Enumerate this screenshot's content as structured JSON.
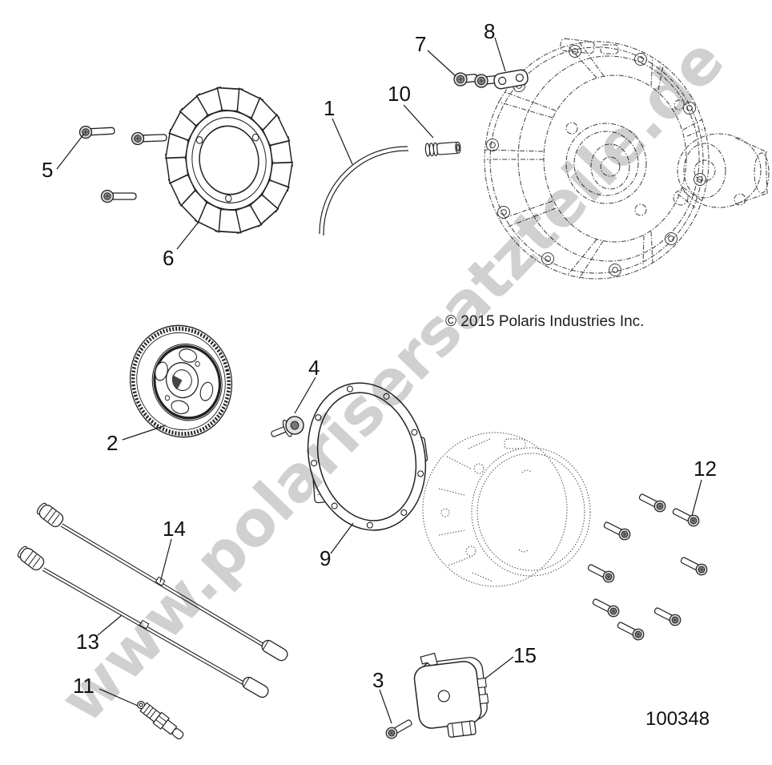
{
  "watermark": {
    "text": "www.polarisersatzteile.de"
  },
  "copyright": {
    "text": "© 2015 Polaris Industries Inc."
  },
  "part_number": {
    "text": "100348"
  },
  "colors": {
    "line": "#1a1a1a",
    "cover_line": "#3c3c3c",
    "watermark": "#d0d0d0"
  },
  "callouts": [
    {
      "num": "1"
    },
    {
      "num": "2"
    },
    {
      "num": "3"
    },
    {
      "num": "4"
    },
    {
      "num": "5"
    },
    {
      "num": "6"
    },
    {
      "num": "7"
    },
    {
      "num": "8"
    },
    {
      "num": "9"
    },
    {
      "num": "10"
    },
    {
      "num": "11"
    },
    {
      "num": "12"
    },
    {
      "num": "13"
    },
    {
      "num": "14"
    },
    {
      "num": "15"
    }
  ]
}
